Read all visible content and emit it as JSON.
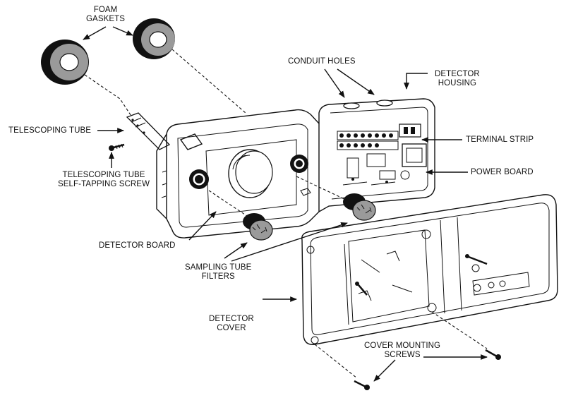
{
  "labels": {
    "foam_gaskets": "FOAM\nGASKETS",
    "conduit_holes": "CONDUIT HOLES",
    "detector_housing": "DETECTOR\nHOUSING",
    "telescoping_tube": "TELESCOPING TUBE",
    "terminal_strip": "TERMINAL STRIP",
    "telescoping_tube_screw": "TELESCOPING TUBE\nSELF-TAPPING SCREW",
    "power_board": "POWER BOARD",
    "detector_board": "DETECTOR BOARD",
    "sampling_tube_filters": "SAMPLING TUBE\nFILTERS",
    "detector_cover": "DETECTOR\nCOVER",
    "cover_mounting_screws": "COVER MOUNTING\nSCREWS"
  }
}
